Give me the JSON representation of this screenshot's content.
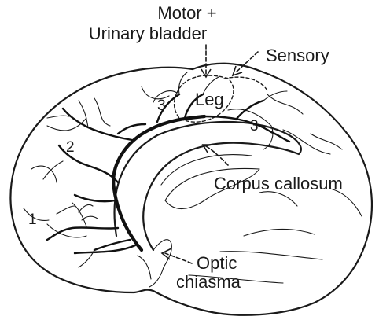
{
  "labels": {
    "motor_line1": "Motor +",
    "motor_line2": "Urinary bladder",
    "sensory": "Sensory",
    "leg": "Leg",
    "region_3_left": "3",
    "region_3_right": "3",
    "region_2": "2",
    "region_1": "1",
    "corpus_callosum": "Corpus callosum",
    "optic_line1": "Optic",
    "optic_line2": "chiasma"
  }
}
